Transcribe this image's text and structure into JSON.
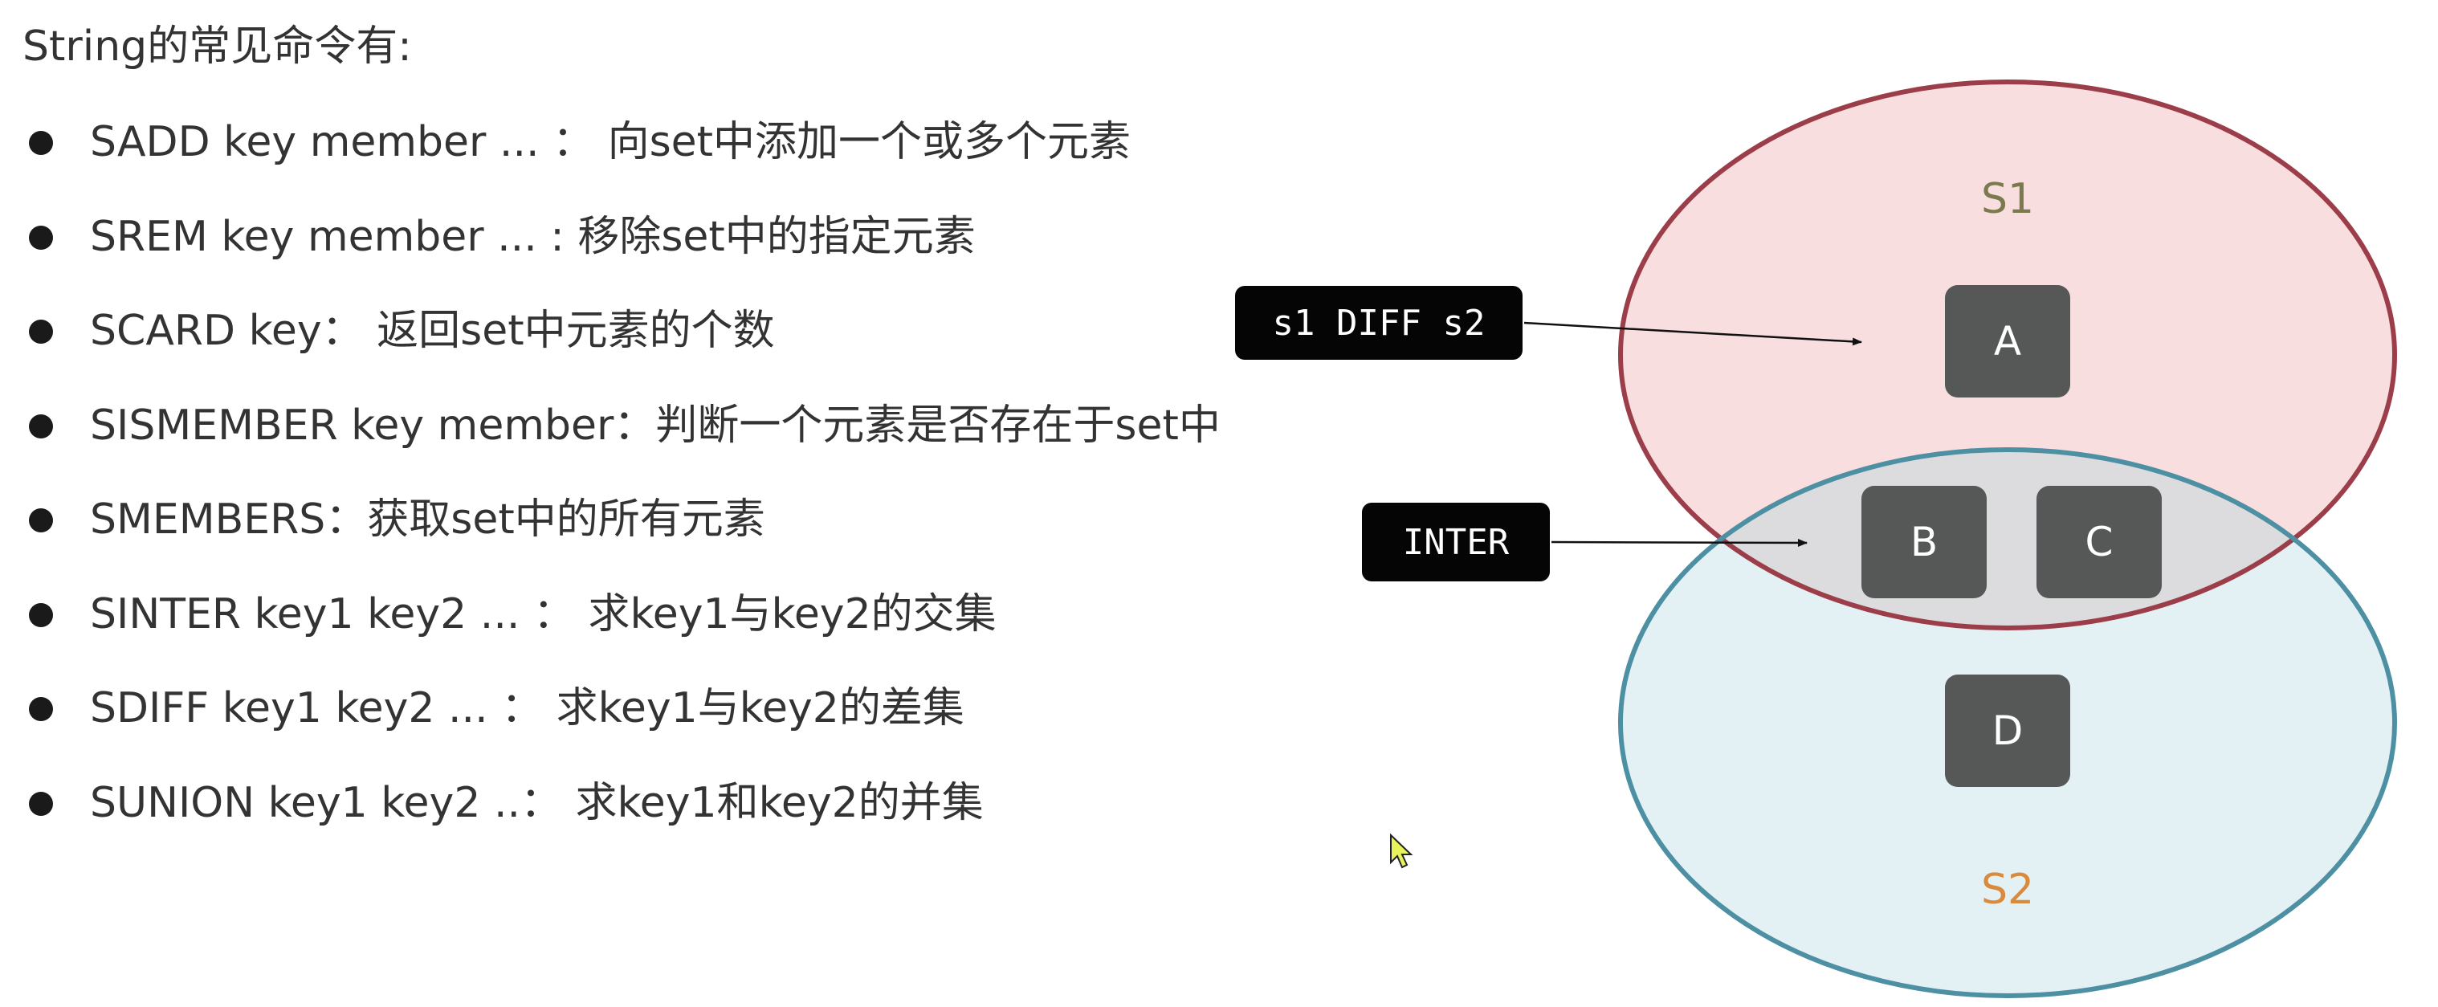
{
  "title": "String的常见命令有:",
  "commands": [
    {
      "text": "SADD key member ... ： 向set中添加一个或多个元素"
    },
    {
      "text": "SREM key member ... : 移除set中的指定元素"
    },
    {
      "text": "SCARD key： 返回set中元素的个数"
    },
    {
      "text": "SISMEMBER key member：判断一个元素是否存在于set中"
    },
    {
      "text": "SMEMBERS：获取set中的所有元素"
    },
    {
      "text": "SINTER key1 key2 ... ： 求key1与key2的交集"
    },
    {
      "text": "SDIFF key1 key2 ... ： 求key1与key2的差集"
    },
    {
      "text": "SUNION key1 key2 ..： 求key1和key2的并集"
    }
  ],
  "diagram": {
    "set1_label": "S1",
    "set2_label": "S2",
    "elements": {
      "a": "A",
      "b": "B",
      "c": "C",
      "d": "D"
    },
    "diff_label": "s1 DIFF s2",
    "inter_label": "INTER",
    "colors": {
      "set1_fill": "#f8dede",
      "set1_stroke": "#9c3d4a",
      "set2_fill": "#e3f1f5",
      "set2_stroke": "#4d8fa3",
      "overlap_fill": "#dcdbde",
      "node_fill": "#555857",
      "label_fill": "#050505",
      "set1_text": "#7a7a4e",
      "set2_text": "#d98a3c",
      "cursor": "#e8f25a"
    }
  }
}
